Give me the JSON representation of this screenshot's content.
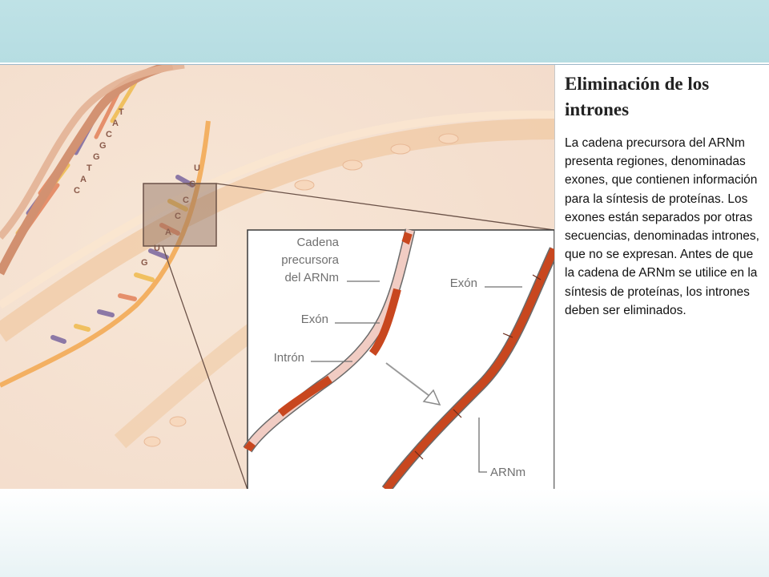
{
  "panel": {
    "title": "Eliminación de los intrones",
    "body": "La cadena precursora del ARNm presenta regiones, denominadas exones, que contienen información para la síntesis de proteínas. Los exones están separados por otras secuencias, denominadas intrones, que no se expresan. Antes de que la cadena de ARNm se utilice en la síntesis de proteínas, los intrones deben ser eliminados."
  },
  "diagram": {
    "labels": {
      "precursor_line1": "Cadena",
      "precursor_line2": "precursora",
      "precursor_line3": "del ARNm",
      "exon_left": "Exón",
      "intron": "Intrón",
      "exon_right": "Exón",
      "arnm": "ARNm"
    },
    "dna_letters": [
      "T",
      "A",
      "C",
      "G",
      "G",
      "T",
      "A",
      "C"
    ],
    "rna_letters": [
      "U",
      "G",
      "C",
      "C",
      "A",
      "U",
      "G"
    ]
  },
  "colors": {
    "header": "#b6dde2",
    "exon": "#c8471f",
    "intron": "#f1ccc3",
    "cell_background": "#f6e2d3"
  }
}
